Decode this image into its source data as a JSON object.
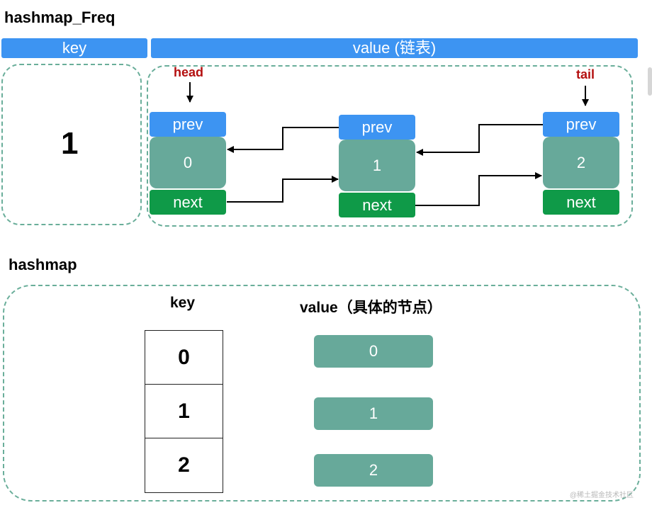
{
  "freq_section": {
    "title": "hashmap_Freq",
    "key_header": "key",
    "value_header": "value (链表)",
    "key_value": "1",
    "head_label": "head",
    "tail_label": "tail",
    "nodes": [
      {
        "prev": "prev",
        "value": "0",
        "next": "next"
      },
      {
        "prev": "prev",
        "value": "1",
        "next": "next"
      },
      {
        "prev": "prev",
        "value": "2",
        "next": "next"
      }
    ]
  },
  "map_section": {
    "title": "hashmap",
    "key_header": "key",
    "value_header": "value（具体的节点）",
    "keys": [
      "0",
      "1",
      "2"
    ],
    "values": [
      "0",
      "1",
      "2"
    ]
  },
  "watermark": "@稀土掘金技术社区",
  "colors": {
    "blue": "#3d94f2",
    "teal": "#67a99a",
    "green": "#0f9a48",
    "red": "#b40f0f",
    "dash": "#6aae9a"
  }
}
